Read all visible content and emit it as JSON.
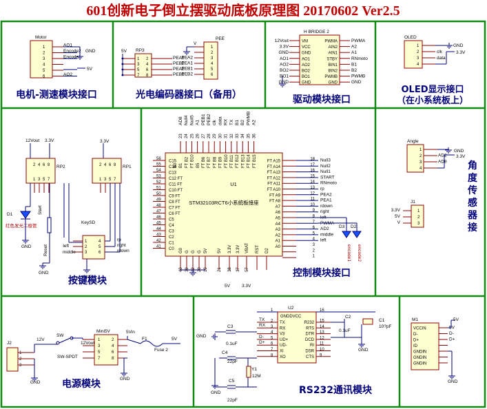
{
  "title": "601创新电子倒立摆驱动底板原理图 20170602 Ver2.5",
  "modules": {
    "motor": "电机-测速模块接口",
    "encoder": "光电编码器接口（备用）",
    "driver": "驱动模块接口",
    "oled_line1": "OLED显示接口",
    "oled_line2": "（在小系统板上）",
    "keys": "按键模块",
    "control": "控制模块接口",
    "angle_chars": [
      "角",
      "度",
      "传",
      "感",
      "器",
      "接"
    ],
    "power": "电源模块",
    "rs232": "RS232通讯模块"
  },
  "motor": {
    "ref": "Motor",
    "pins": [
      "1",
      "2",
      "3",
      "4",
      "5",
      "6"
    ],
    "nets": [
      "AO1",
      "Encode2",
      "Encode1",
      "",
      "",
      "AO2"
    ],
    "gnd": "GND",
    "v5": "5V"
  },
  "encoder": {
    "rp": "RP3",
    "pee": "PEE",
    "v5": "5V",
    "vcc": "V",
    "left_pins": [
      "1",
      "3",
      "5",
      "7"
    ],
    "right_pins": [
      "2",
      "4",
      "6",
      "8"
    ],
    "nets": [
      "PEA1",
      "PEB2",
      "PEA2",
      "PEB1"
    ],
    "conn_nets": [
      "PEA2",
      "PEA1",
      "PEB1",
      "PEB2"
    ],
    "conn_pins": [
      "1",
      "2",
      "3",
      "4",
      "5",
      "6"
    ]
  },
  "driver": {
    "ref": "H BRIDGE 2",
    "left_pins": [
      "VM",
      "VCC",
      "GND",
      "AO1",
      "AO2",
      "BO2",
      "BO1",
      "GND"
    ],
    "right_pins": [
      "PWMA",
      "AIN2",
      "AIN1",
      "STBY",
      "BIN1",
      "BIN2",
      "PWMB",
      "GND"
    ],
    "left_nets": [
      "12Vout",
      "3.3V",
      "GND",
      "AO1",
      "AO2",
      "BO2",
      "BO1",
      "GND"
    ],
    "right_nets": [
      "PWMA",
      "A2",
      "A1",
      "RNmoto",
      "B1",
      "B2",
      "PWMB",
      "GND"
    ]
  },
  "oled": {
    "ref": "OLED",
    "pins": [
      "1",
      "2",
      "3",
      "4"
    ],
    "nets": [
      "GND",
      "clk",
      "data",
      "3.3V"
    ]
  },
  "keys": {
    "v12": "12Vout",
    "v33": "3.3V",
    "rp2": "RP2",
    "rp1": "RP1",
    "d1": "D1",
    "d1_label": "红色发光二极管",
    "start": "Start",
    "reset": "Reset",
    "keysd": "KeySD",
    "key_nets": [
      "left",
      "middle",
      "rp",
      "right",
      "rdown"
    ],
    "key_pins": [
      "1",
      "2",
      "3",
      "4",
      "5",
      "6"
    ],
    "gnd": "GND"
  },
  "mcu": {
    "ref": "U1",
    "name": "STM32103RCT6小系统板接座",
    "top_nets": [
      "AD8",
      "Null4",
      "Null5",
      "A1",
      "PEB1",
      "PEB2",
      "clk",
      "data",
      "RX",
      "TX",
      "B1",
      "B2",
      "PWMB",
      "A2"
    ],
    "top_pins": [
      "23",
      "24",
      "25",
      "26",
      "27",
      "28",
      "29",
      "30",
      "31",
      "32",
      "33",
      "34",
      "35",
      "36"
    ],
    "top_inner": [
      "B0",
      "B1",
      "FT B2",
      "FT B10",
      "B5",
      "FT B6",
      "FT B7",
      "FT B8",
      "FT B9",
      "FT B10",
      "FT B11",
      "FT B12",
      "FT B13",
      "FT B14",
      "FT B15"
    ],
    "left_pins": [
      "56",
      "55",
      "54",
      "53",
      "52",
      "51",
      "50",
      "49",
      "48",
      "47",
      "46",
      "45",
      "44",
      "43",
      "42",
      "41"
    ],
    "left_inner": [
      "C15",
      "C14",
      "C13",
      "C12 FT",
      "C11 FT",
      "C10 FT",
      "C9 FT",
      "C8 FT",
      "C7 FT",
      "C6 FT",
      "C5",
      "C4",
      "C3",
      "C2",
      "C1",
      "C0"
    ],
    "right_pins": [
      "18",
      "17",
      "16",
      "15",
      "14",
      "13",
      "12",
      "11",
      "10",
      "9",
      "8",
      "7",
      "6",
      "5",
      "4",
      "3",
      "2",
      "1"
    ],
    "right_inner": [
      "FT A15",
      "FT A14",
      "FT A13",
      "FT A12",
      "FT A11",
      "FT A10",
      "FT A9",
      "FT A8",
      "A7",
      "A6",
      "A5",
      "A4",
      "A3",
      "A2",
      "A1",
      "A0"
    ],
    "right_nets": [
      "Null3",
      "Null2",
      "Null1",
      "START",
      "RNmoto",
      "rp",
      "PEA2",
      "PEA1",
      "rdown",
      "right",
      "left",
      "PWMA",
      "AD2",
      "middle",
      "left"
    ],
    "bottom_inner": [
      "G0",
      "G",
      "G",
      "G",
      "5V",
      "5V",
      "3.3V",
      "3.3V",
      "VBAT",
      "RST",
      "D2"
    ],
    "bottom_pins": [
      "40",
      "39",
      "22",
      "20",
      "19",
      "21",
      "38",
      "37",
      "57"
    ],
    "bottom_nets": [
      "5V",
      "3.3V"
    ],
    "d3": "D3",
    "d2": "D2",
    "d3_net": "encode1",
    "d2_net": "encode2"
  },
  "angle": {
    "ref": "Angle",
    "pins": [
      "1",
      "2",
      "3",
      "4"
    ],
    "nets": [
      "GND",
      "AD2",
      "AD8",
      "3.3V"
    ],
    "j1": "J1",
    "j1_pins": [
      "1",
      "2",
      "3"
    ],
    "j1_nets": [
      "3.3V",
      "5V",
      "V"
    ],
    "gnd": "GND"
  },
  "power": {
    "j2": "J2",
    "j2_pins": [
      "1",
      "2",
      "3"
    ],
    "v12": "12V",
    "sw": "SW",
    "sw_name": "SW-SPDT",
    "mini": "Mini5V",
    "mini_pins": [
      "1",
      "2",
      "3",
      "4",
      "5",
      "6",
      "7",
      "8"
    ],
    "v12out": "12Vout",
    "v5in": "5Vin",
    "f1": "F1",
    "fuse": "Fuse 2",
    "v5": "5V",
    "gnd": "GND"
  },
  "rs232": {
    "u2": "U2",
    "left_pins": [
      "TX",
      "RX",
      "V3",
      "UD+",
      "UD-",
      "XI",
      "XO"
    ],
    "right_pins": [
      "R232",
      "RTS",
      "DTR",
      "DCD",
      "RI",
      "DSR",
      "CTS"
    ],
    "top": "GNDDVCC",
    "left_nums": [
      "2",
      "3",
      "4",
      "5",
      "6",
      "7",
      "8"
    ],
    "right_nums": [
      "15",
      "14",
      "13",
      "12",
      "11",
      "10",
      "9"
    ],
    "top_nums": [
      "1",
      "16"
    ],
    "c3": "C3",
    "c3v": "0.1uF",
    "c4": "C4",
    "c4v": "22pF",
    "c5": "C5",
    "c5v": "22pF",
    "y1": "Y1",
    "y1v": "12M",
    "c2": "C2",
    "c2v": "0.1uF",
    "c1": "C1",
    "c1v": "10?pF",
    "nets": [
      "TX",
      "RX",
      "D-",
      "D+"
    ],
    "gnd": "GND",
    "m1": "M1",
    "m1_pins": [
      "VCCIN",
      "D-",
      "D+",
      "ID",
      "GNDIN",
      "GNDIN",
      "GNDIN"
    ],
    "m1_nets": [
      "5V",
      "D-",
      "D+"
    ],
    "v5": "5V"
  }
}
